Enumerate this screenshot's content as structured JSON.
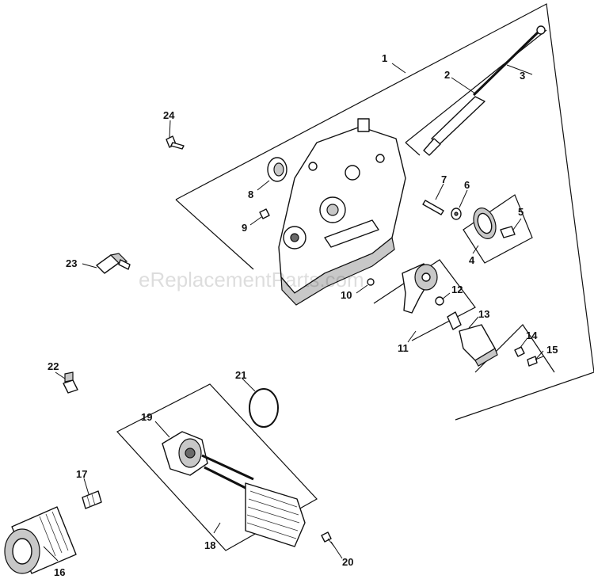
{
  "watermark": "eReplacementParts.com",
  "callouts": [
    {
      "id": "1",
      "label": "1"
    },
    {
      "id": "2",
      "label": "2"
    },
    {
      "id": "3",
      "label": "3"
    },
    {
      "id": "4",
      "label": "4"
    },
    {
      "id": "5",
      "label": "5"
    },
    {
      "id": "6",
      "label": "6"
    },
    {
      "id": "7",
      "label": "7"
    },
    {
      "id": "8",
      "label": "8"
    },
    {
      "id": "9",
      "label": "9"
    },
    {
      "id": "10",
      "label": "10"
    },
    {
      "id": "11",
      "label": "11"
    },
    {
      "id": "12",
      "label": "12"
    },
    {
      "id": "13",
      "label": "13"
    },
    {
      "id": "14",
      "label": "14"
    },
    {
      "id": "15",
      "label": "15"
    },
    {
      "id": "16",
      "label": "16"
    },
    {
      "id": "17",
      "label": "17"
    },
    {
      "id": "18",
      "label": "18"
    },
    {
      "id": "19",
      "label": "19"
    },
    {
      "id": "20",
      "label": "20"
    },
    {
      "id": "21",
      "label": "21"
    },
    {
      "id": "22",
      "label": "22"
    },
    {
      "id": "23",
      "label": "23"
    },
    {
      "id": "24",
      "label": "24"
    }
  ]
}
